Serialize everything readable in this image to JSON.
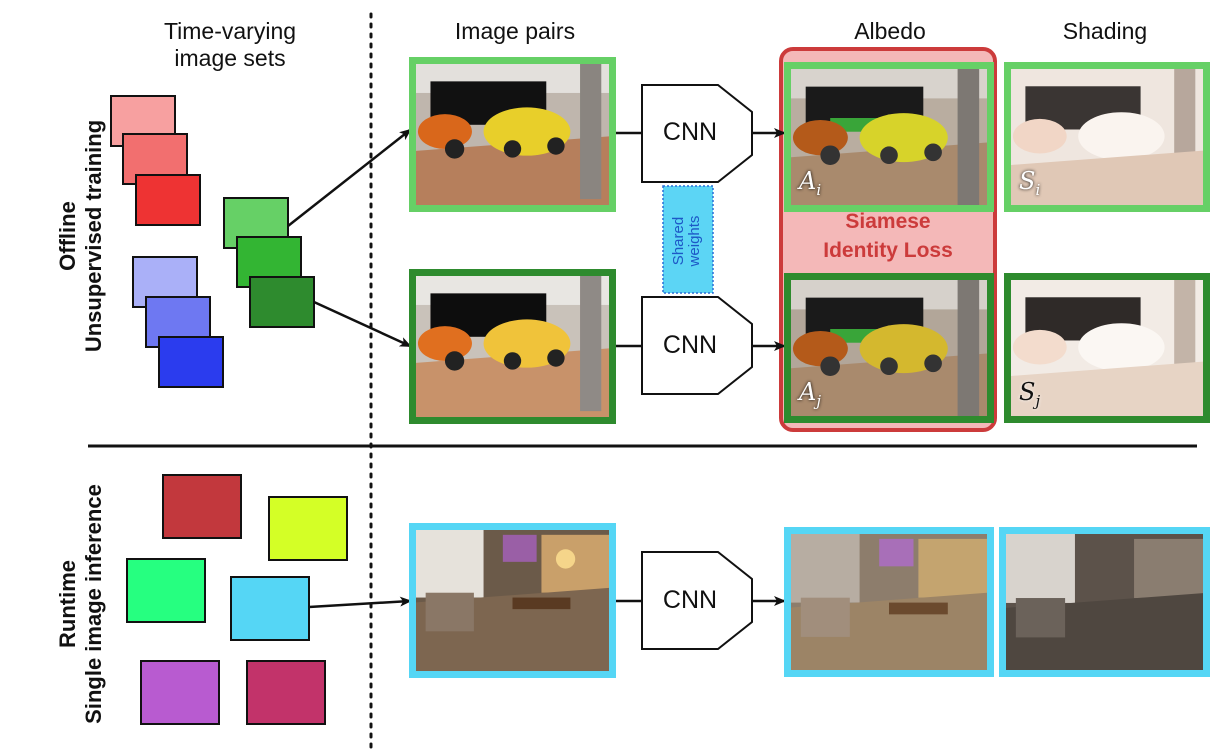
{
  "headers": {
    "time_varying": "Time-varying\nimage sets",
    "image_pairs": "Image pairs",
    "albedo": "Albedo",
    "shading": "Shading"
  },
  "row_labels": {
    "offline_line1": "Offline",
    "offline_line2": "Unsupervised training",
    "runtime_line1": "Runtime",
    "runtime_line2": "Single image inference"
  },
  "cnn_label": "CNN",
  "shared_weights": "Shared\nweights",
  "siamese_loss": "Siamese\nIdentity Loss",
  "math_labels": {
    "albedo_i": "A",
    "albedo_i_sub": "i",
    "albedo_j": "A",
    "albedo_j_sub": "j",
    "shading_i": "S",
    "shading_i_sub": "i",
    "shading_j": "S",
    "shading_j_sub": "j"
  },
  "colors": {
    "light_green": "#66d066",
    "dark_green": "#2e8b2e",
    "cyan": "#55d6f5",
    "siamese_red": "#cc3b3b",
    "siamese_fill": "#f4b8b8",
    "shared_fill": "#5cd5f5"
  }
}
